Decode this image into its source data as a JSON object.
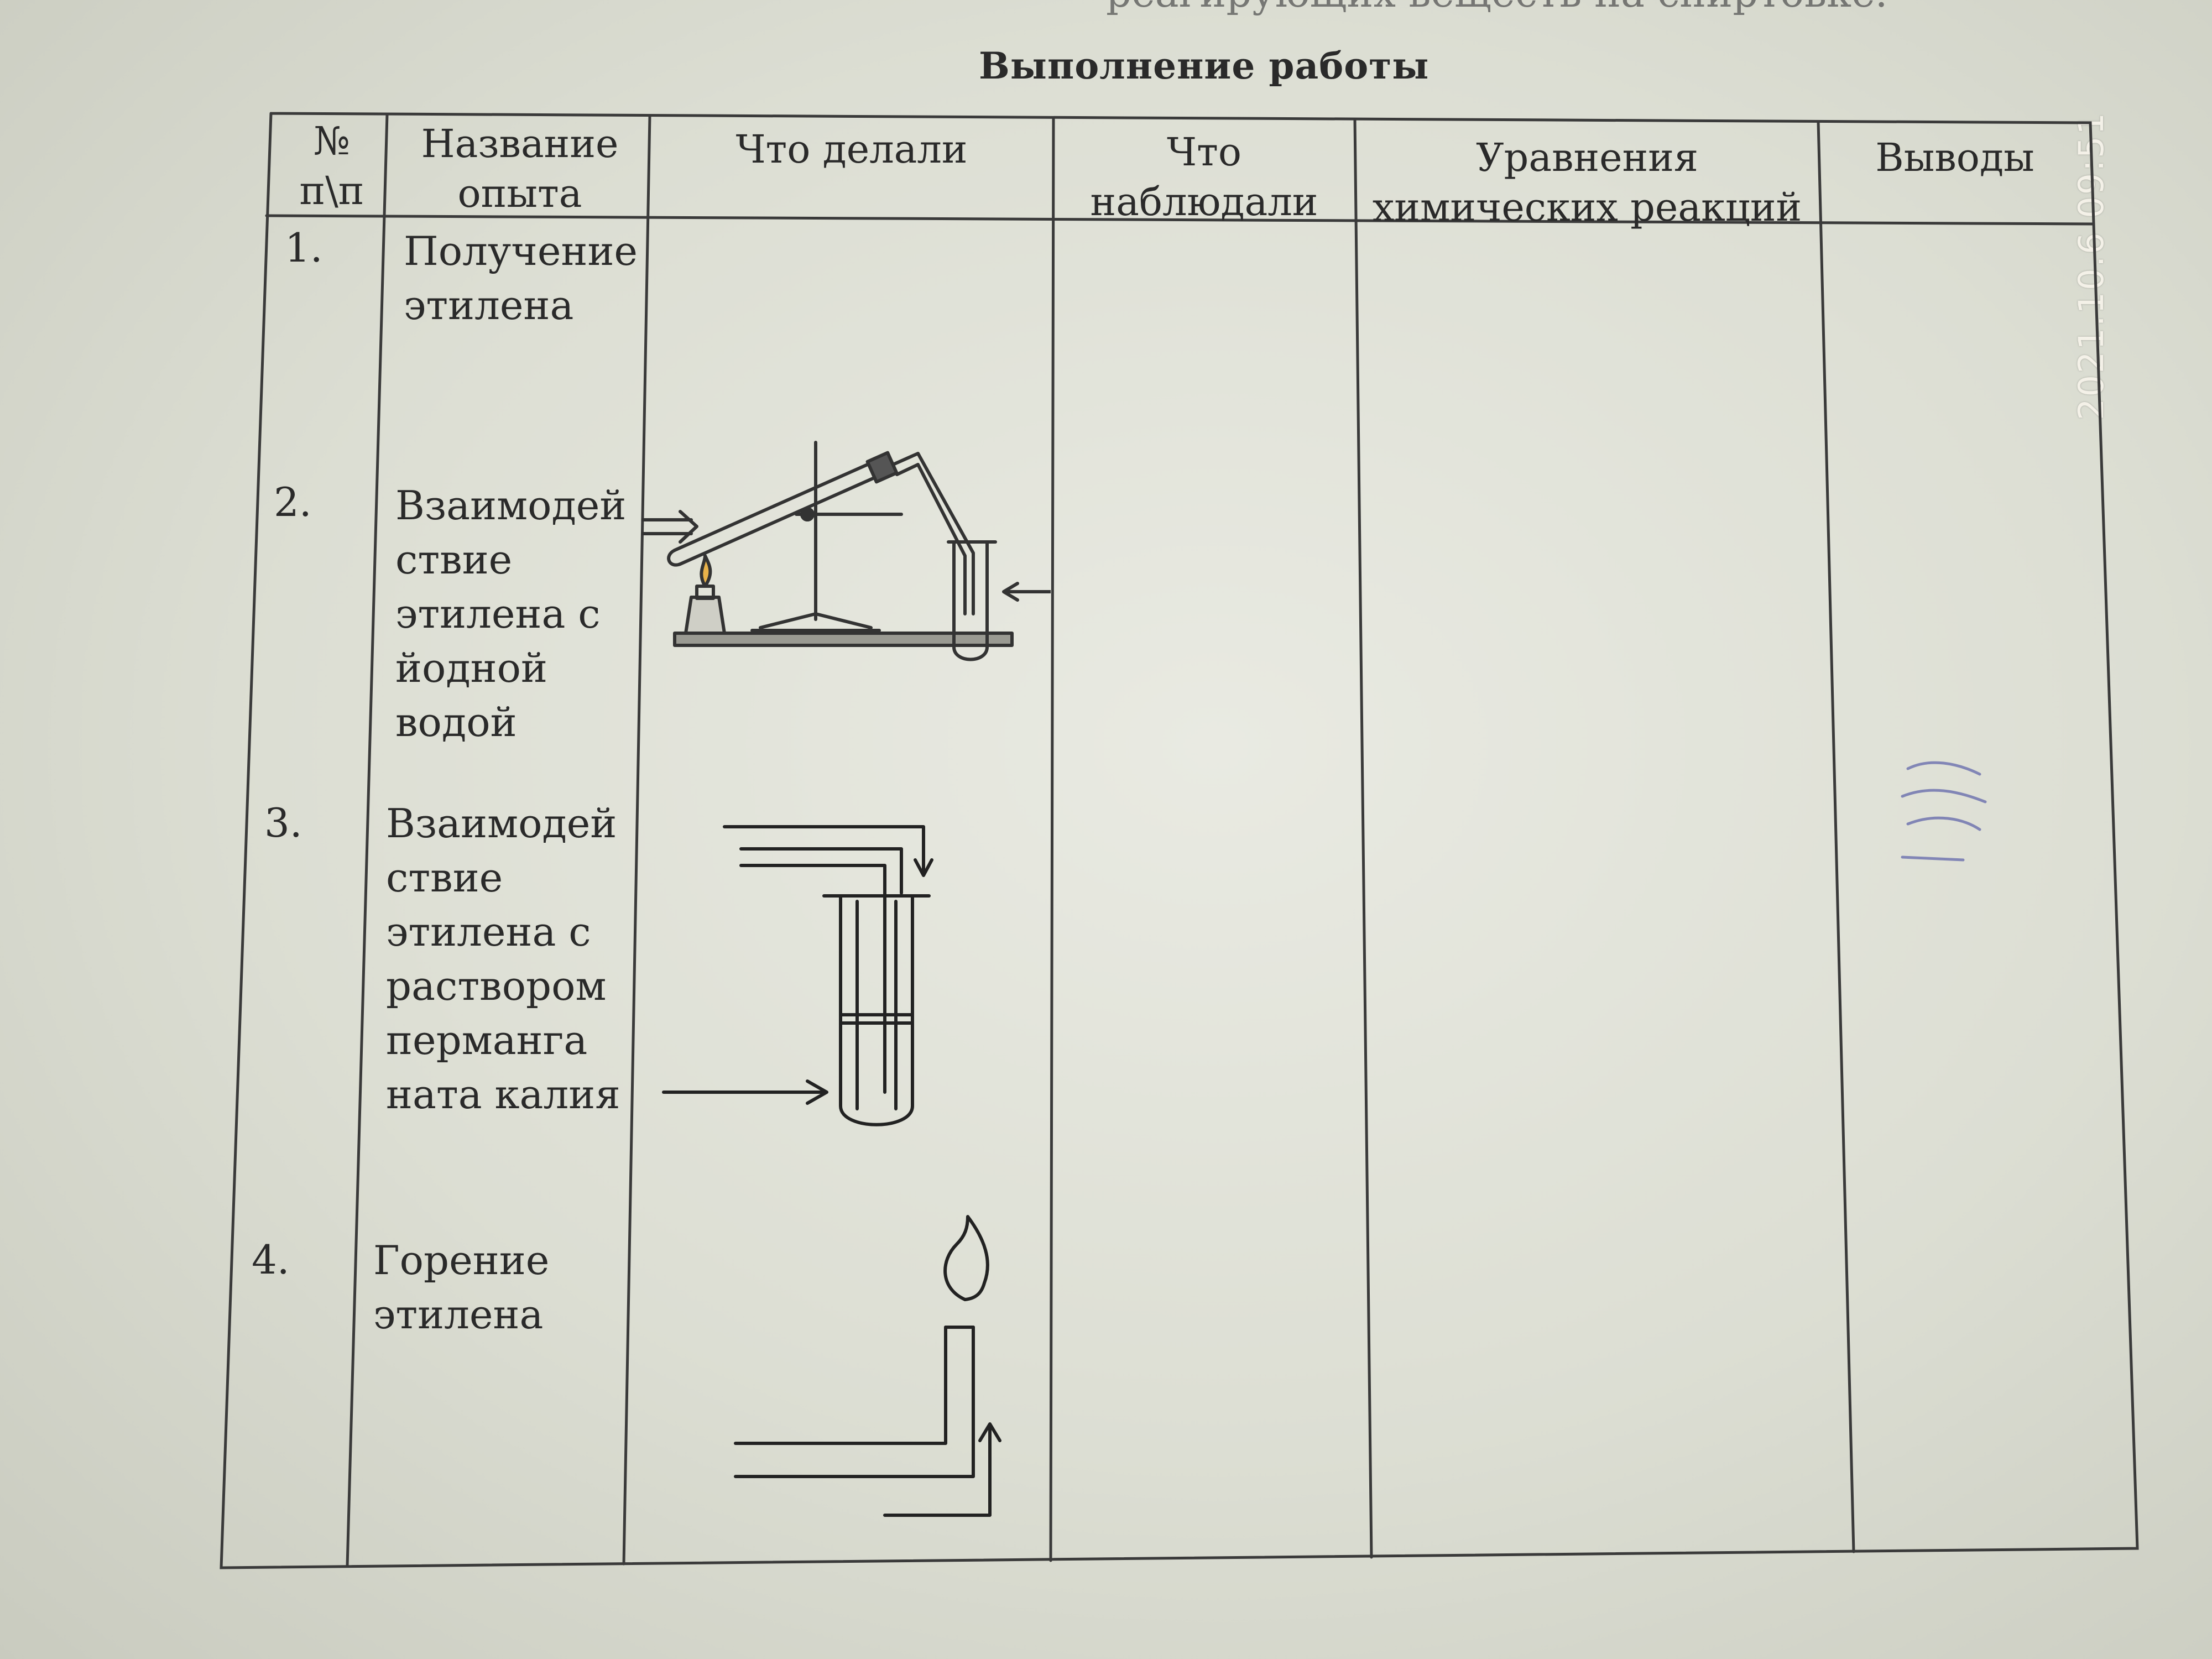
{
  "heading": "Выполнение работы",
  "top_fragment": "реагирующих веществ на спиртовке.",
  "timestamp": "2021.10.6 09:51",
  "table": {
    "columns": [
      "№ п\\п",
      "Название опыта",
      "Что делали",
      "Что наблюдали",
      "Уравнения химических реакций",
      "Выводы"
    ],
    "col_lines": {
      "c0": [
        "№",
        "п\\п"
      ],
      "c1": [
        "Название",
        "опыта"
      ],
      "c2": [
        "Что делали"
      ],
      "c3": [
        "Что",
        "наблюдали"
      ],
      "c4": [
        "Уравнения",
        "химических реакций"
      ],
      "c5": [
        "Выводы"
      ]
    },
    "rows": [
      {
        "num": "1.",
        "name_lines": [
          "Получение",
          "этилена"
        ]
      },
      {
        "num": "2.",
        "name_lines": [
          "Взаимодей",
          "ствие",
          "этилена с",
          "йодной",
          "водой"
        ]
      },
      {
        "num": "3.",
        "name_lines": [
          "Взаимодей",
          "ствие",
          "этилена с",
          "раствором",
          "перманга",
          "ната калия"
        ]
      },
      {
        "num": "4.",
        "name_lines": [
          "Горение",
          "этилена"
        ]
      }
    ]
  },
  "colors": {
    "ink": "#2a2a2a",
    "paper": "#e4e6dc",
    "line": "#3a3a3a"
  }
}
